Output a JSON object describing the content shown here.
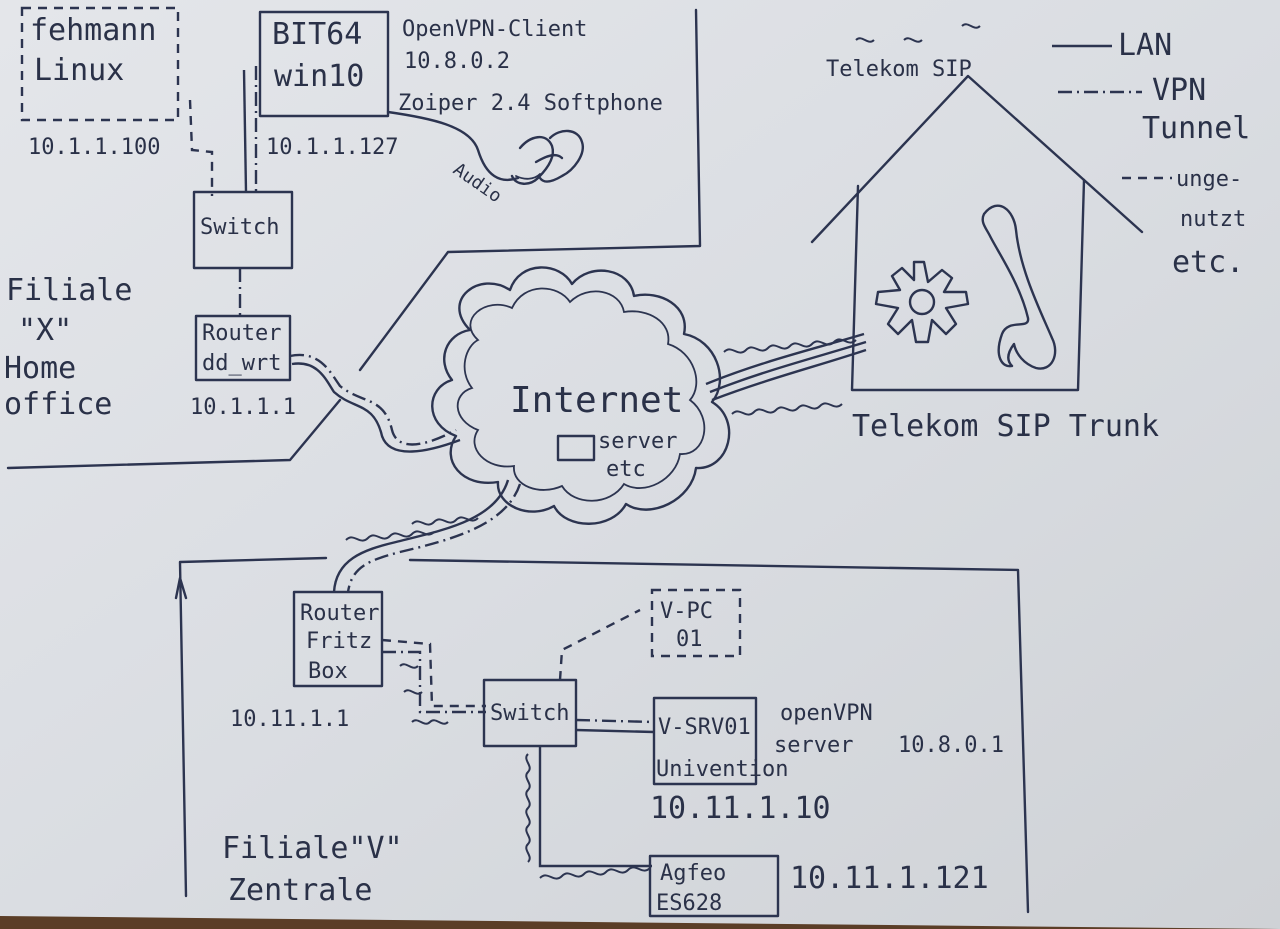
{
  "legend": {
    "lan": "LAN",
    "vpn_line1": "VPN",
    "vpn_line2": "Tunnel",
    "unused_line1": "unge-",
    "unused_line2": "nutzt",
    "unused_line3": "etc."
  },
  "home_office": {
    "fehmann_line1": "fehmann",
    "fehmann_line2": "Linux",
    "fehmann_ip": "10.1.1.100",
    "bit64_line1": "BIT64",
    "bit64_line2": "win10",
    "bit64_ip": "10.1.1.127",
    "openvpn_client": "OpenVPN-Client",
    "openvpn_client_ip": "10.8.0.2",
    "softphone": "Zoiper 2.4 Softphone",
    "audio": "Audio",
    "switch": "Switch",
    "router_line1": "Router",
    "router_line2": "dd_wrt",
    "router_ip": "10.1.1.1",
    "label_line1": "Filiale",
    "label_line2": "\"X\"",
    "label_line3": "Home",
    "label_line4": "office"
  },
  "internet": {
    "label": "Internet",
    "server_line1": "server",
    "server_line2": "etc"
  },
  "telekom": {
    "sip_label": "Telekom SIP",
    "trunk_label": "Telekom SIP Trunk"
  },
  "zentrale": {
    "router_line1": "Router",
    "router_line2": "Fritz",
    "router_line3": "Box",
    "router_ip": "10.11.1.1",
    "switch": "Switch",
    "vpc_line1": "V-PC",
    "vpc_line2": "01",
    "vsrv_line1": "V-SRV01",
    "vsrv_line2": "Univention",
    "openvpn_server_line1": "openVPN",
    "openvpn_server_line2": "server",
    "openvpn_server_ip": "10.8.0.1",
    "vsrv_ip": "10.11.1.10",
    "agfeo_line1": "Agfeo",
    "agfeo_line2": "ES628",
    "agfeo_ip": "10.11.1.121",
    "label_line1": "Filiale\"V\"",
    "label_line2": "Zentrale"
  }
}
